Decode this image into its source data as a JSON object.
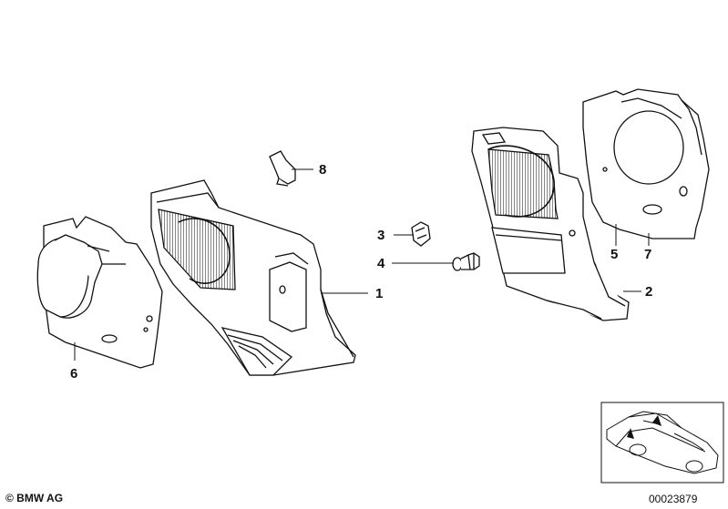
{
  "callouts": [
    {
      "id": "1",
      "label": "1"
    },
    {
      "id": "2",
      "label": "2"
    },
    {
      "id": "3",
      "label": "3"
    },
    {
      "id": "4",
      "label": "4"
    },
    {
      "id": "5",
      "label": "5"
    },
    {
      "id": "6",
      "label": "6"
    },
    {
      "id": "7",
      "label": "7"
    },
    {
      "id": "8",
      "label": "8"
    }
  ],
  "footer": {
    "copyright": "© BMW AG",
    "reference_number": "00023879"
  },
  "colors": {
    "line": "#111111",
    "part_fill": "#ffffff",
    "grille": "#222222"
  }
}
